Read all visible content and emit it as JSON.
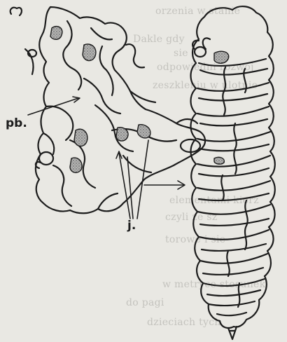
{
  "labels": {
    "pb": "pb.",
    "j": "j."
  },
  "background_text": [
    "orzenia w stanie",
    "Dakle gdy",
    "sie",
    "odpowiedni rozwoj",
    "zeszkleniu w ulotnie",
    "elementami kierz",
    "czyli ze sz",
    "torowe i sie",
    "w metryce stosunek",
    "do pagi",
    "dzieciach tych"
  ],
  "colors": {
    "paper": "#e9e8e3",
    "ink": "#1c1c1c",
    "stipple": "#9a9a9a",
    "faint_text": "#c4c3be"
  }
}
